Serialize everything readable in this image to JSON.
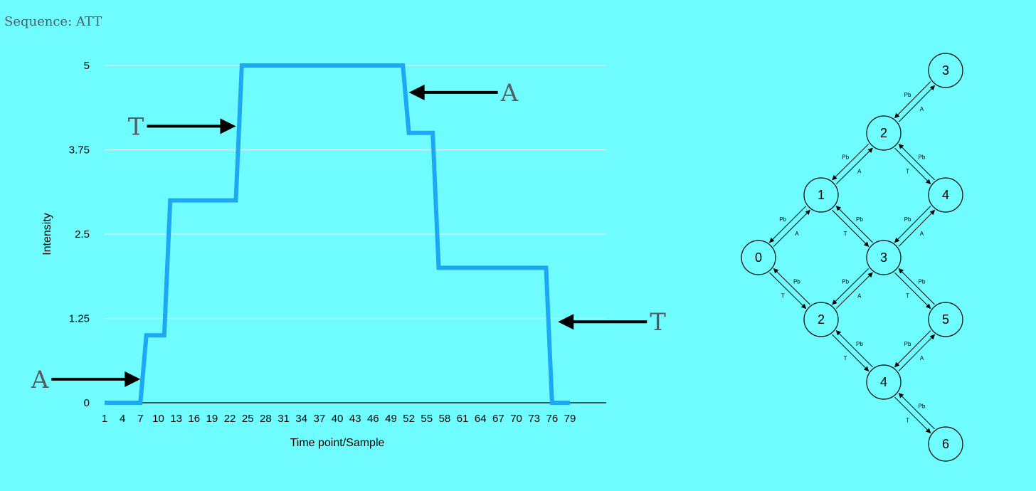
{
  "header": {
    "sequence_label": "Sequence: ATT"
  },
  "colors": {
    "background": "#6ffcfe",
    "line": "#1ea7f3",
    "arrow": "#000000",
    "label_text": "#555d63"
  },
  "chart_data": {
    "type": "line",
    "title": "",
    "xlabel": "Time point/Sample",
    "ylabel": "Intensity",
    "ylim": [
      0,
      5
    ],
    "yticks": [
      "0",
      "1.25",
      "2.5",
      "3.75",
      "5"
    ],
    "xticks": [
      "1",
      "4",
      "7",
      "10",
      "13",
      "16",
      "19",
      "22",
      "25",
      "28",
      "31",
      "34",
      "37",
      "40",
      "43",
      "46",
      "49",
      "52",
      "55",
      "58",
      "61",
      "64",
      "67",
      "70",
      "73",
      "76",
      "79"
    ],
    "grid": "horizontal",
    "series": [
      {
        "points": [
          [
            1,
            0
          ],
          [
            7,
            0
          ],
          [
            8,
            1
          ],
          [
            11,
            1
          ],
          [
            12,
            3
          ],
          [
            23,
            3
          ],
          [
            24,
            5
          ],
          [
            51,
            5
          ],
          [
            52,
            4
          ],
          [
            56,
            4
          ],
          [
            57,
            2
          ],
          [
            75,
            2
          ],
          [
            76,
            0
          ],
          [
            79,
            0
          ]
        ]
      }
    ],
    "annotations": [
      {
        "label": "A",
        "direction": "right",
        "at": [
          7,
          0.35
        ]
      },
      {
        "label": "T",
        "direction": "right",
        "at": [
          23,
          4.1
        ]
      },
      {
        "label": "A",
        "direction": "left",
        "at": [
          52,
          4.6
        ]
      },
      {
        "label": "T",
        "direction": "left",
        "at": [
          77,
          1.2
        ]
      }
    ]
  },
  "lattice": {
    "nodes": [
      {
        "id": "n0",
        "label": "0"
      },
      {
        "id": "n1",
        "label": "1"
      },
      {
        "id": "n2a",
        "label": "2"
      },
      {
        "id": "n2b",
        "label": "2"
      },
      {
        "id": "n3a",
        "label": "3"
      },
      {
        "id": "n3b",
        "label": "3"
      },
      {
        "id": "n4a",
        "label": "4"
      },
      {
        "id": "n4b",
        "label": "4"
      },
      {
        "id": "n5",
        "label": "5"
      },
      {
        "id": "n6",
        "label": "6"
      }
    ],
    "edges": [
      {
        "from": "n0",
        "to": "n1",
        "forward": "A",
        "back": "Pb"
      },
      {
        "from": "n0",
        "to": "n2b",
        "forward": "T",
        "back": "Pb"
      },
      {
        "from": "n1",
        "to": "n2a",
        "forward": "A",
        "back": "Pb"
      },
      {
        "from": "n1",
        "to": "n3a",
        "forward": "T",
        "back": "Pb"
      },
      {
        "from": "n2a",
        "to": "n3b",
        "forward": "A",
        "back": "Pb"
      },
      {
        "from": "n2a",
        "to": "n4b",
        "forward": "T",
        "back": "Pb"
      },
      {
        "from": "n2b",
        "to": "n3a",
        "forward": "A",
        "back": "Pb"
      },
      {
        "from": "n2b",
        "to": "n4a",
        "forward": "T",
        "back": "Pb"
      },
      {
        "from": "n3a",
        "to": "n4b",
        "forward": "A",
        "back": "Pb"
      },
      {
        "from": "n3a",
        "to": "n5",
        "forward": "T",
        "back": "Pb"
      },
      {
        "from": "n4a",
        "to": "n5",
        "forward": "A",
        "back": "Pb"
      },
      {
        "from": "n4a",
        "to": "n6",
        "forward": "T",
        "back": "Pb"
      }
    ]
  }
}
